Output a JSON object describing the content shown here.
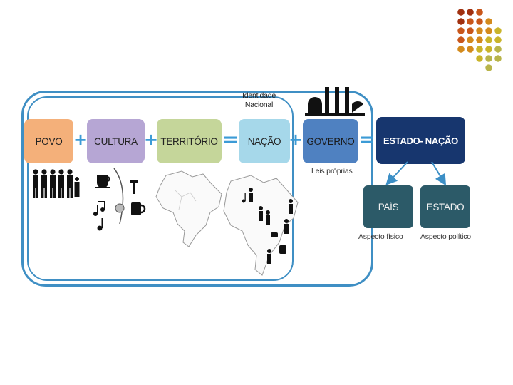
{
  "decoration": {
    "colors": [
      "#a0300f",
      "#c8561a",
      "#d38a1c",
      "#c9b42a",
      "#b8b44a"
    ]
  },
  "diagram": {
    "top_note": "Identidade\nNacional",
    "boxes": [
      {
        "label": "POVO",
        "color": "#f4b07a"
      },
      {
        "label": "CULTURA",
        "color": "#b6a6d4"
      },
      {
        "label": "TERRITÓRIO",
        "color": "#c5d69a"
      },
      {
        "label": "NAÇÃO",
        "color": "#a6d8ea"
      },
      {
        "label": "GOVERNO",
        "color": "#4f81c1"
      },
      {
        "label": "ESTADO- NAÇÃO",
        "color": "#17366e"
      },
      {
        "label": "PAÍS",
        "color": "#2c5a68"
      },
      {
        "label": "ESTADO",
        "color": "#2c5a68"
      }
    ],
    "operators": [
      "+",
      "+",
      "=",
      "+",
      "="
    ],
    "sublabels": {
      "governo": "Leis próprias",
      "pais": "Aspecto físico",
      "estado": "Aspecto político"
    },
    "icons": {
      "people": "people-group-icon",
      "culture": "cultural-symbols-icon",
      "map": "brazil-map-icon",
      "government": "government-building-icon"
    }
  }
}
